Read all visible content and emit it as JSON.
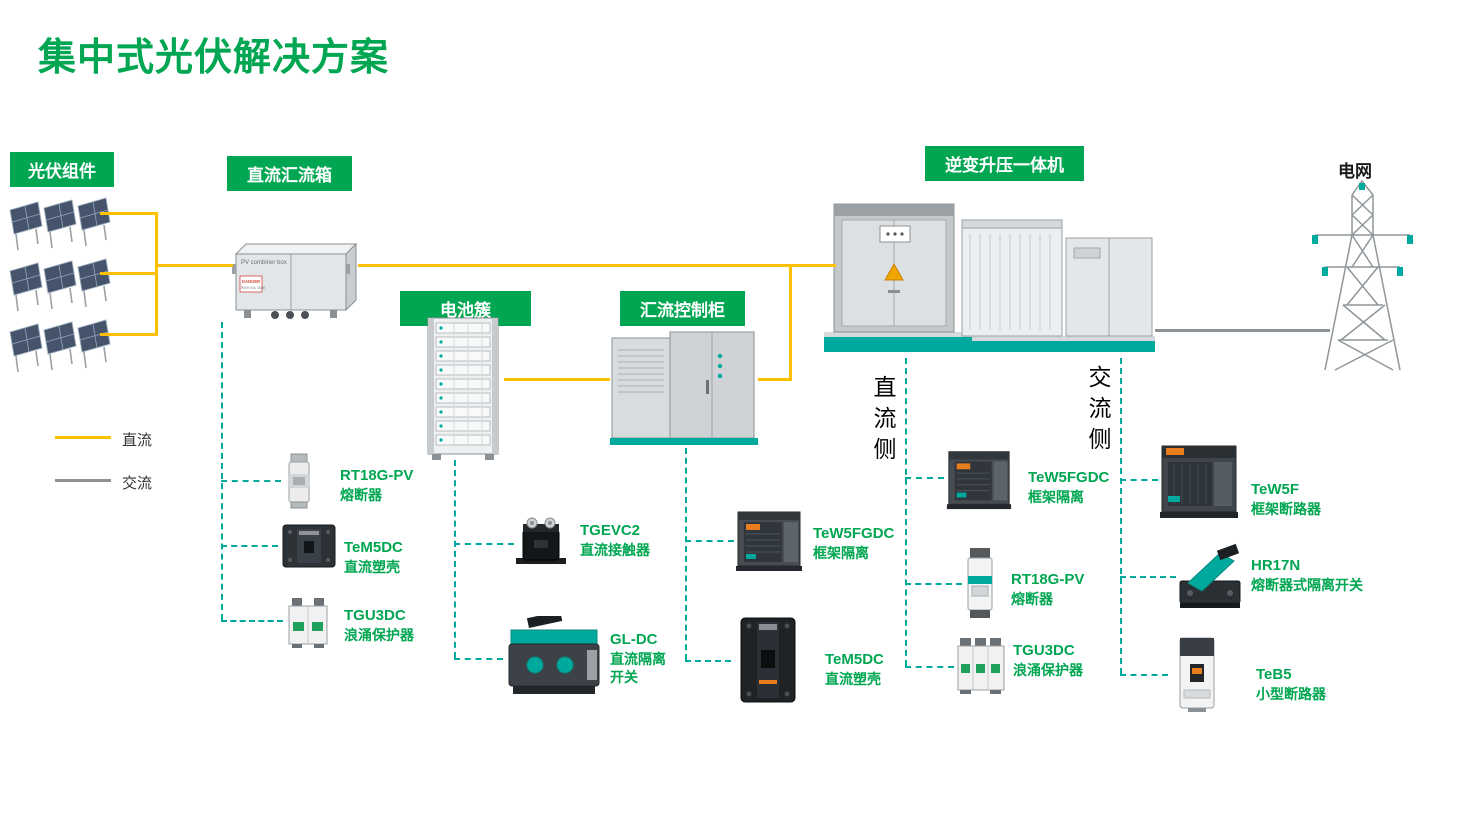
{
  "title": "集中式光伏解决方案",
  "labels": {
    "pv_modules": "光伏组件",
    "dc_combiner_box": "直流汇流箱",
    "battery_cluster": "电池簇",
    "combiner_control_cabinet": "汇流控制柜",
    "inverter_booster": "逆变升压一体机",
    "grid": "电网",
    "dc_side": "直流侧",
    "ac_side": "交流侧"
  },
  "legend": {
    "dc_label": "直流",
    "ac_label": "交流"
  },
  "combiner_box": {
    "title": "PV combiner box",
    "warning_line1": "DANGER",
    "warning_line2": "HIGH VOL TAGE"
  },
  "products": {
    "p1": {
      "name": "RT18G-PV",
      "desc": "熔断器"
    },
    "p2": {
      "name": "TeM5DC",
      "desc": "直流塑壳"
    },
    "p3": {
      "name": "TGU3DC",
      "desc": "浪涌保护器"
    },
    "p4": {
      "name": "TGEVC2",
      "desc": "直流接触器"
    },
    "p5": {
      "name": "GL-DC",
      "desc": "直流隔离",
      "desc2": "开关"
    },
    "p6": {
      "name": "TeW5FGDC",
      "desc": "框架隔离"
    },
    "p7": {
      "name": "TeM5DC",
      "desc": "直流塑壳"
    },
    "p8": {
      "name": "TeW5FGDC",
      "desc": "框架隔离"
    },
    "p9": {
      "name": "RT18G-PV",
      "desc": "熔断器"
    },
    "p10": {
      "name": "TGU3DC",
      "desc": "浪涌保护器"
    },
    "p11": {
      "name": "TeW5F",
      "desc": "框架断路器"
    },
    "p12": {
      "name": "HR17N",
      "desc": "熔断器式隔离开关"
    },
    "p13": {
      "name": "TeB5",
      "desc": "小型断路器"
    }
  },
  "colors": {
    "brand_green": "#00A651",
    "teal_accent": "#00A99D",
    "dc_line_yellow": "#FFC000",
    "ac_line_gray": "#8D9296"
  }
}
